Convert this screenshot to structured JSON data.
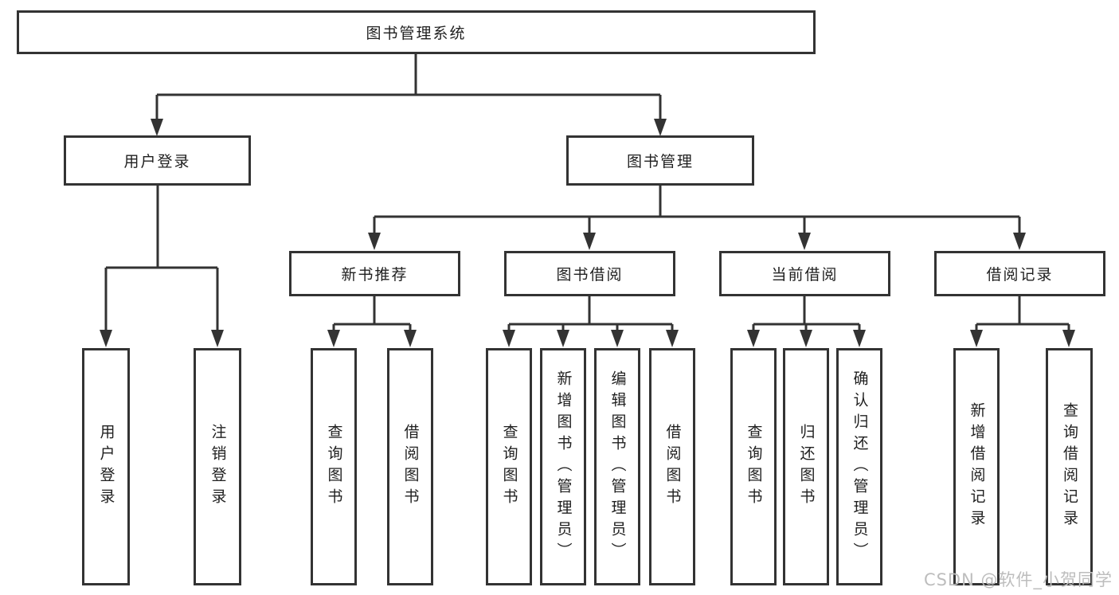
{
  "diagram": {
    "root": {
      "label": "图书管理系统"
    },
    "branches": [
      {
        "label": "用户登录",
        "children": [
          {
            "label": "用户登录"
          },
          {
            "label": "注销登录"
          }
        ]
      },
      {
        "label": "图书管理",
        "children": [
          {
            "label": "新书推荐",
            "children": [
              {
                "label": "查询图书"
              },
              {
                "label": "借阅图书"
              }
            ]
          },
          {
            "label": "图书借阅",
            "children": [
              {
                "label": "查询图书"
              },
              {
                "label": "新增图书（管理员）"
              },
              {
                "label": "编辑图书（管理员）"
              },
              {
                "label": "借阅图书"
              }
            ]
          },
          {
            "label": "当前借阅",
            "children": [
              {
                "label": "查询图书"
              },
              {
                "label": "归还图书"
              },
              {
                "label": "确认归还（管理员）"
              }
            ]
          },
          {
            "label": "借阅记录",
            "children": [
              {
                "label": "新增借阅记录"
              },
              {
                "label": "查询借阅记录"
              }
            ]
          }
        ]
      }
    ]
  },
  "watermark": {
    "text": "CSDN @软件_小贺同学"
  },
  "colors": {
    "line": "#333333",
    "box_border": "#333333",
    "text": "#1f1f1f",
    "watermark": "#bdbdbd",
    "background": "#ffffff"
  }
}
